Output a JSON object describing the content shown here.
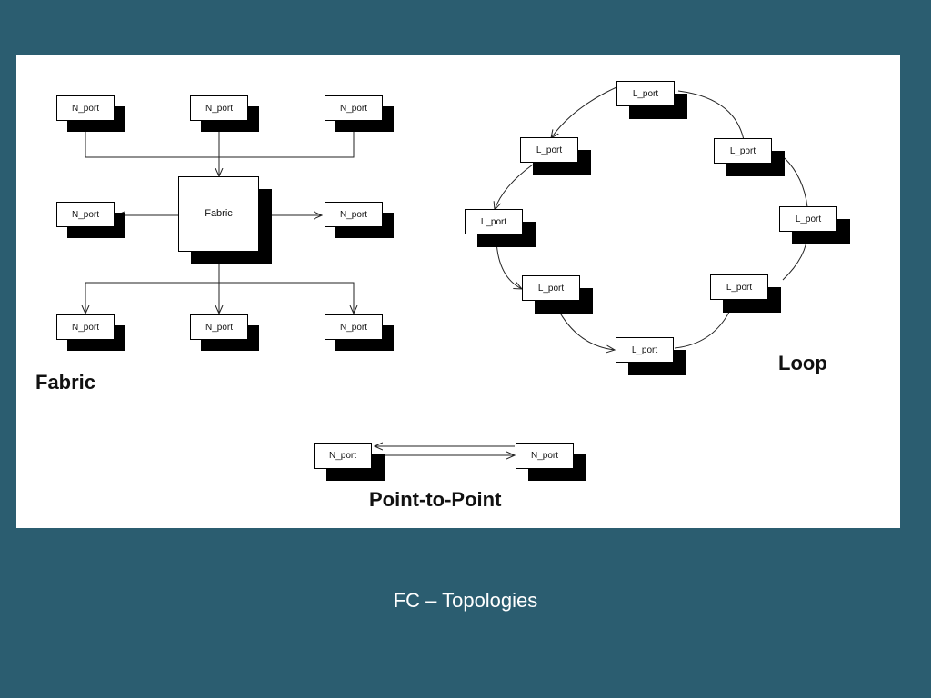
{
  "slide": {
    "caption": "FC – Topologies",
    "background_color": "#2b5d70",
    "panel_color": "#ffffff"
  },
  "fabric": {
    "label": "Fabric",
    "switch_label": "Fabric",
    "top_ports": [
      "N_port",
      "N_port",
      "N_port"
    ],
    "left_port": "N_port",
    "right_port": "N_port",
    "bottom_ports": [
      "N_port",
      "N_port",
      "N_port"
    ]
  },
  "loop": {
    "label": "Loop",
    "ports": [
      "L_port",
      "L_port",
      "L_port",
      "L_port",
      "L_port",
      "L_port",
      "L_port",
      "L_port"
    ]
  },
  "point_to_point": {
    "label": "Point-to-Point",
    "ports": [
      "N_port",
      "N_port"
    ]
  }
}
